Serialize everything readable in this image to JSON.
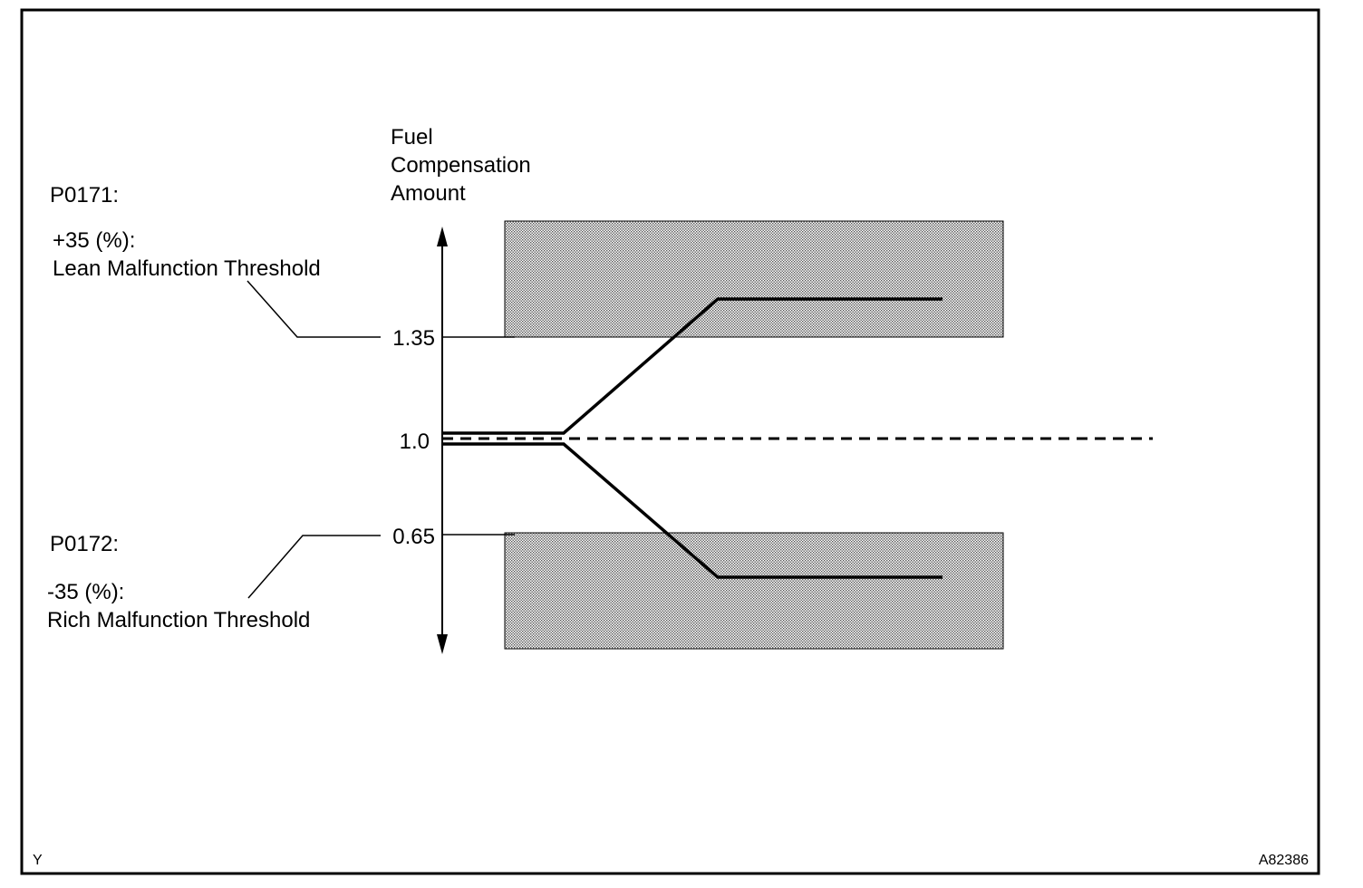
{
  "axis": {
    "title_lines": [
      "Fuel",
      "Compensation",
      "Amount"
    ],
    "ticks": [
      {
        "value": 1.35,
        "label": "1.35"
      },
      {
        "value": 1.0,
        "label": "1.0"
      },
      {
        "value": 0.65,
        "label": "0.65"
      }
    ]
  },
  "lean": {
    "code": "P0171:",
    "percent": "+35  (%):",
    "description": "Lean Malfunction Threshold",
    "threshold": 1.35
  },
  "rich": {
    "code": "P0172:",
    "percent": "-35  (%):",
    "description": "Rich Malfunction Threshold",
    "threshold": 0.65
  },
  "corner": {
    "left": "Y",
    "right": "A82386"
  },
  "colors": {
    "line": "#000000",
    "zone_fill": "#dcdcdc",
    "background": "#ffffff"
  }
}
